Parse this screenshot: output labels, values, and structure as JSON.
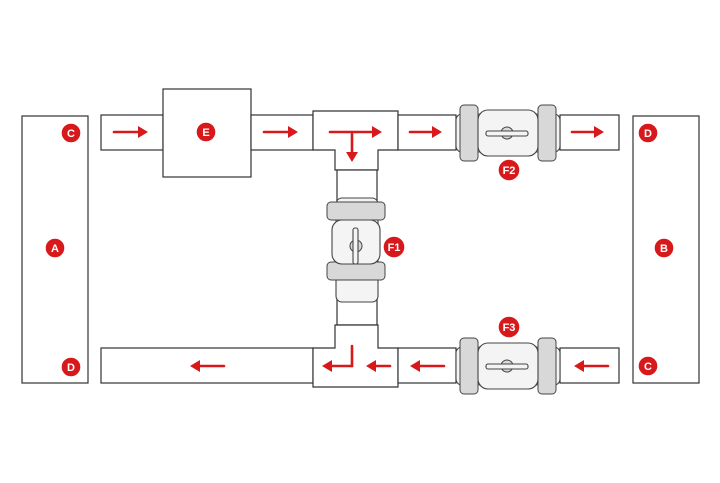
{
  "labels": {
    "a_tank": "A",
    "b_tank": "B",
    "c_top": "C",
    "d_bottom": "D",
    "e_unit": "E",
    "d_top_right": "D",
    "c_bottom_right": "C",
    "f1": "F1",
    "f2": "F2",
    "f3": "F3"
  },
  "colors": {
    "accent": "#d7191c",
    "line": "#333333",
    "fill": "#ffffff"
  },
  "icons": [
    "arrow-right-icon",
    "arrow-left-icon",
    "arrow-down-icon",
    "ball-valve-icon"
  ]
}
